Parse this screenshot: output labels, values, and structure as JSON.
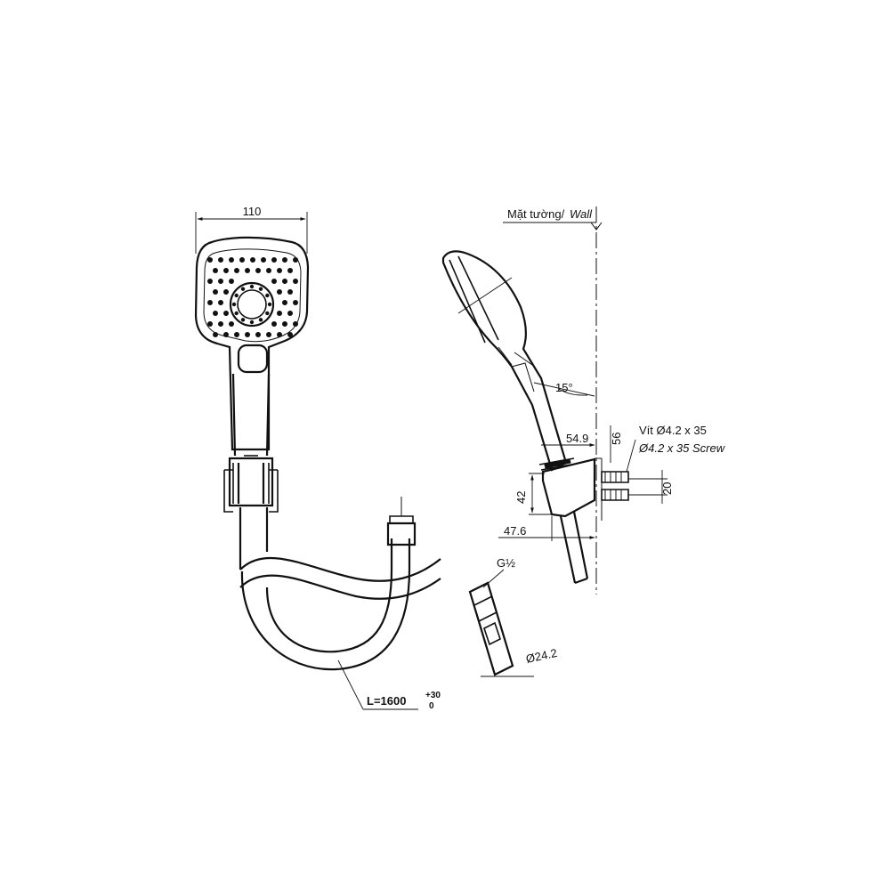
{
  "drawing": {
    "head_width": "110",
    "wall_label": "Mặt tường/",
    "wall_label_en": "Wall",
    "angle": "15°",
    "dim_54_9": "54.9",
    "dim_56": "56",
    "screw_vn": "Vít Ø4.2 x 35",
    "screw_en": "Ø4.2 x 35 Screw",
    "dim_20": "20",
    "dim_42": "42",
    "dim_47_6": "47.6",
    "thread": "G½",
    "dim_24_2": "Ø24.2",
    "hose_length": "L=1600",
    "tol_upper": "+30",
    "tol_lower": "0"
  }
}
